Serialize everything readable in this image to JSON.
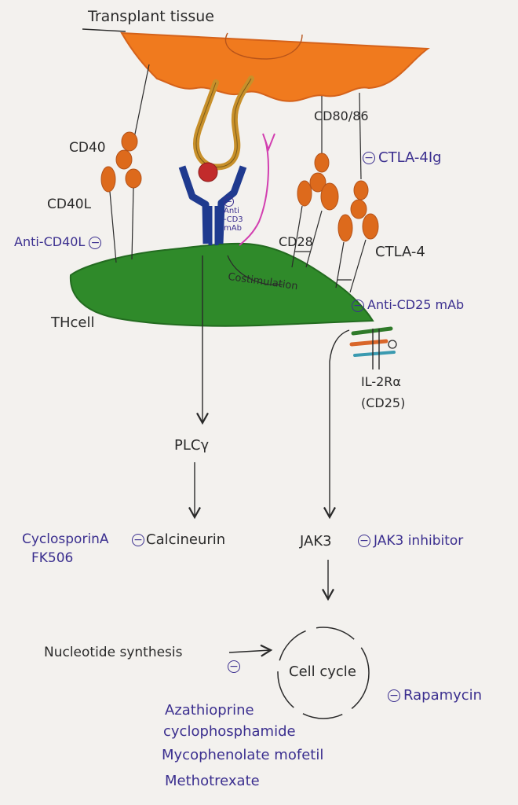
{
  "title": "Transplant tissue",
  "cells": {
    "th_cell": "THcell"
  },
  "receptors": {
    "cd40": "CD40",
    "cd40l": "CD40L",
    "cd80_86": "CD80/86",
    "cd28": "CD28",
    "ctla4": "CTLA-4",
    "il2ra_line1": "IL-2Rα",
    "il2ra_line2": "(CD25)",
    "costimulation": "Costimulation"
  },
  "pathway": {
    "plc": "PLCγ",
    "calcineurin": "Calcineurin",
    "jak3": "JAK3",
    "cell_cycle": "Cell cycle",
    "nucleotide_synthesis": "Nucleotide synthesis"
  },
  "inhibitors": {
    "anti_cd40l": "Anti-CD40L",
    "anti_cd3_line1": "Anti",
    "anti_cd3_line2": "-CD3",
    "anti_cd3_line3": "mAb",
    "ctla4ig": "CTLA-4Ig",
    "anti_cd25": "Anti-CD25 mAb",
    "cyclosporin": "CyclosporinA",
    "fk506": "FK506",
    "jak3_inhibitor": "JAK3 inhibitor",
    "rapamycin": "Rapamycin",
    "minus_symbol": "−",
    "nucleotide_drugs": [
      "Azathioprine",
      "cyclophosphamide",
      "Mycophenolate mofetil",
      "Methotrexate"
    ]
  },
  "colors": {
    "tissue": "#f07a1e",
    "th_cell": "#2f8a2a",
    "receptor_orange": "#dd6a1c",
    "tcr_blue": "#1f3a8f",
    "antigen_red": "#c22b2b",
    "mhc_tan": "#c8902a",
    "anti_cd3_pink": "#d23fb0",
    "ink": "#2a2a2a",
    "drug_ink": "#3b2f8f"
  }
}
